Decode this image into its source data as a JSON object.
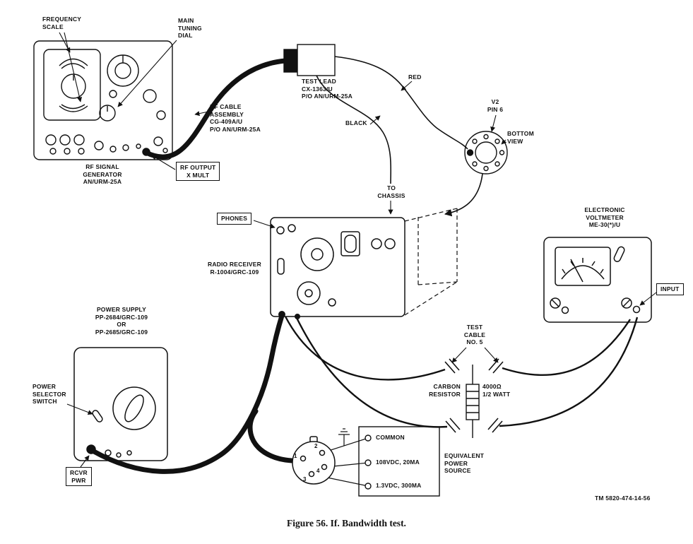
{
  "figure": {
    "caption": "Figure 56. If. Bandwidth test.",
    "tm_number": "TM 5820-474-14-56"
  },
  "labels": {
    "frequency_scale": "FREQUENCY\nSCALE",
    "main_tuning_dial": "MAIN\nTUNING\nDIAL",
    "rf_signal_generator": "RF SIGNAL\nGENERATOR\nAN/URM-25A",
    "rf_output": "RF OUTPUT\nX MULT",
    "rf_cable": "RF CABLE\nASSEMBLY\nCG-409A/U\nP/O AN/URM-25A",
    "test_lead": "TEST LEAD\nCX-1363/U\nP/O AN/URM-25A",
    "red": "RED",
    "black": "BLACK",
    "v2_pin6": "V2\nPIN 6",
    "bottom_view": "BOTTOM\nVIEW",
    "to_chassis": "TO\nCHASSIS",
    "phones": "PHONES",
    "radio_receiver": "RADIO RECEIVER\nR-1004/GRC-109",
    "electronic_voltmeter": "ELECTRONIC\nVOLTMETER\nME-30(*)/U",
    "input": "INPUT",
    "power_supply": "POWER SUPPLY\nPP-2684/GRC-109\nOR\nPP-2685/GRC-109",
    "power_selector_switch": "POWER\nSELECTOR\nSWITCH",
    "rcvr_pwr": "RCVR\nPWR",
    "test_cable_no5": "TEST\nCABLE\nNO. 5",
    "carbon_resistor": "CARBON\nRESISTOR",
    "resistor_value": "4000Ω\n1/2 WATT",
    "equivalent_power_source": "EQUIVALENT\nPOWER\nSOURCE"
  },
  "power_source_terminals": [
    "COMMON",
    "108VDC, 20MA",
    "1.3VDC, 300MA"
  ],
  "connector_pins": [
    "1",
    "2",
    "3",
    "4"
  ],
  "colors": {
    "ink": "#111111",
    "paper": "#ffffff"
  }
}
